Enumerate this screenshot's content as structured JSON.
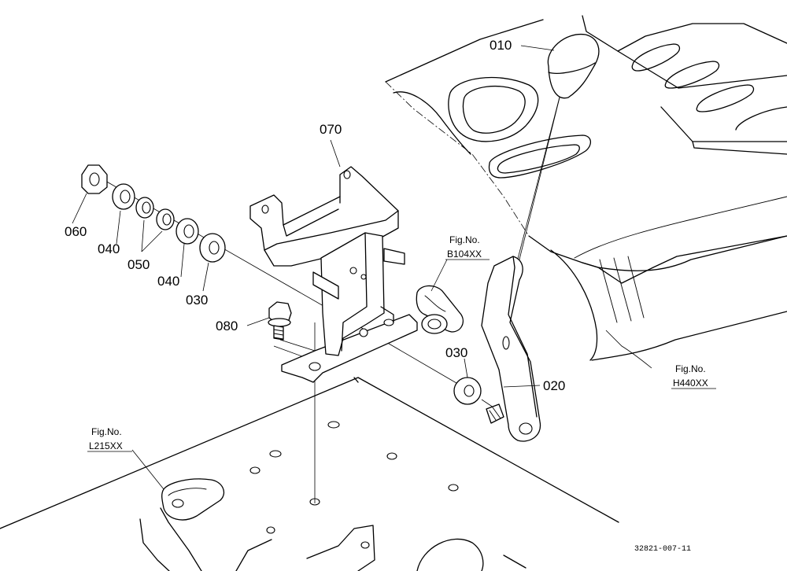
{
  "drawing_code": "32821-007-11",
  "parts": [
    {
      "id": "p010",
      "label": "010"
    },
    {
      "id": "p020",
      "label": "020"
    },
    {
      "id": "p030a",
      "label": "030"
    },
    {
      "id": "p030b",
      "label": "030"
    },
    {
      "id": "p040a",
      "label": "040"
    },
    {
      "id": "p040b",
      "label": "040"
    },
    {
      "id": "p050",
      "label": "050"
    },
    {
      "id": "p060",
      "label": "060"
    },
    {
      "id": "p070",
      "label": "070"
    },
    {
      "id": "p080",
      "label": "080"
    }
  ],
  "figure_refs": [
    {
      "id": "b104",
      "title": "Fig.No.",
      "code": "B104XX"
    },
    {
      "id": "h440",
      "title": "Fig.No.",
      "code": "H440XX"
    },
    {
      "id": "l215",
      "title": "Fig.No.",
      "code": "L215XX"
    }
  ]
}
